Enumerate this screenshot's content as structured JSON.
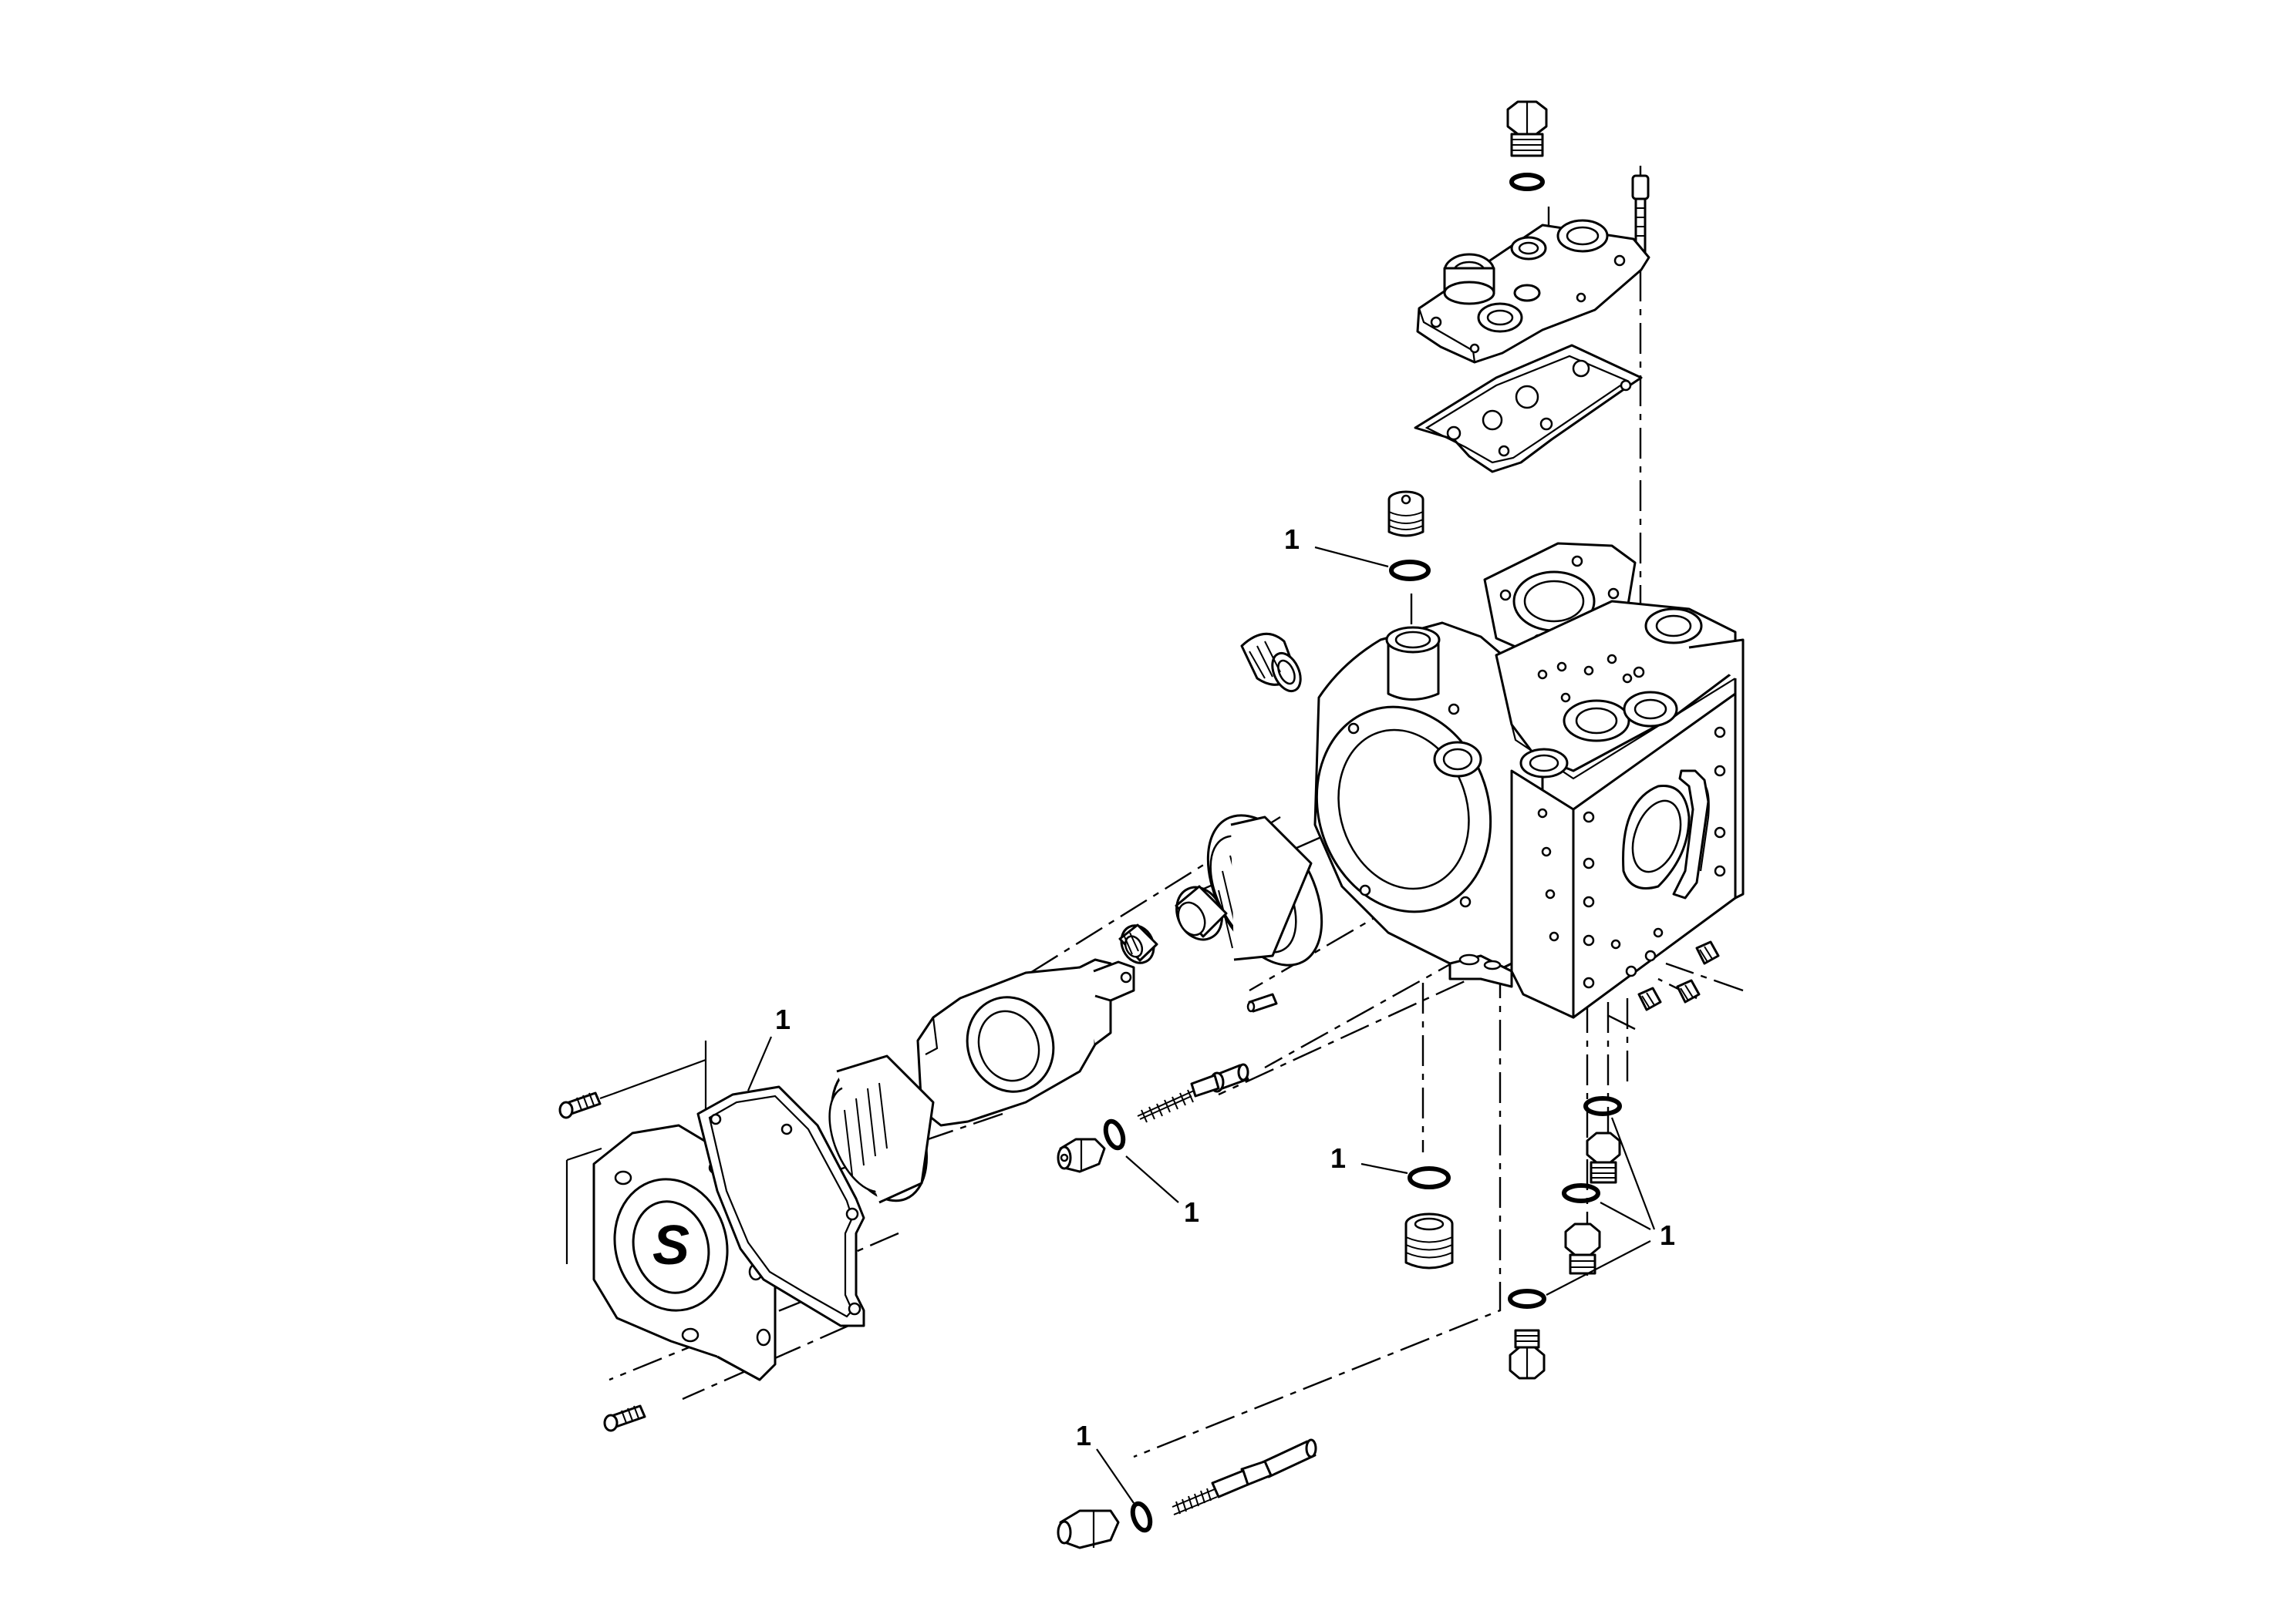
{
  "callouts": [
    {
      "id": "c-top-plug-ring",
      "label": "1"
    },
    {
      "id": "c-cover-gasket",
      "label": "1"
    },
    {
      "id": "c-left-plug-ring",
      "label": "1"
    },
    {
      "id": "c-center-plug-ring",
      "label": "1"
    },
    {
      "id": "c-right-plug-rings",
      "label": "1"
    },
    {
      "id": "c-bottom-valve-ring",
      "label": "1"
    }
  ],
  "colors": {
    "line": "#000000",
    "background": "#ffffff"
  }
}
